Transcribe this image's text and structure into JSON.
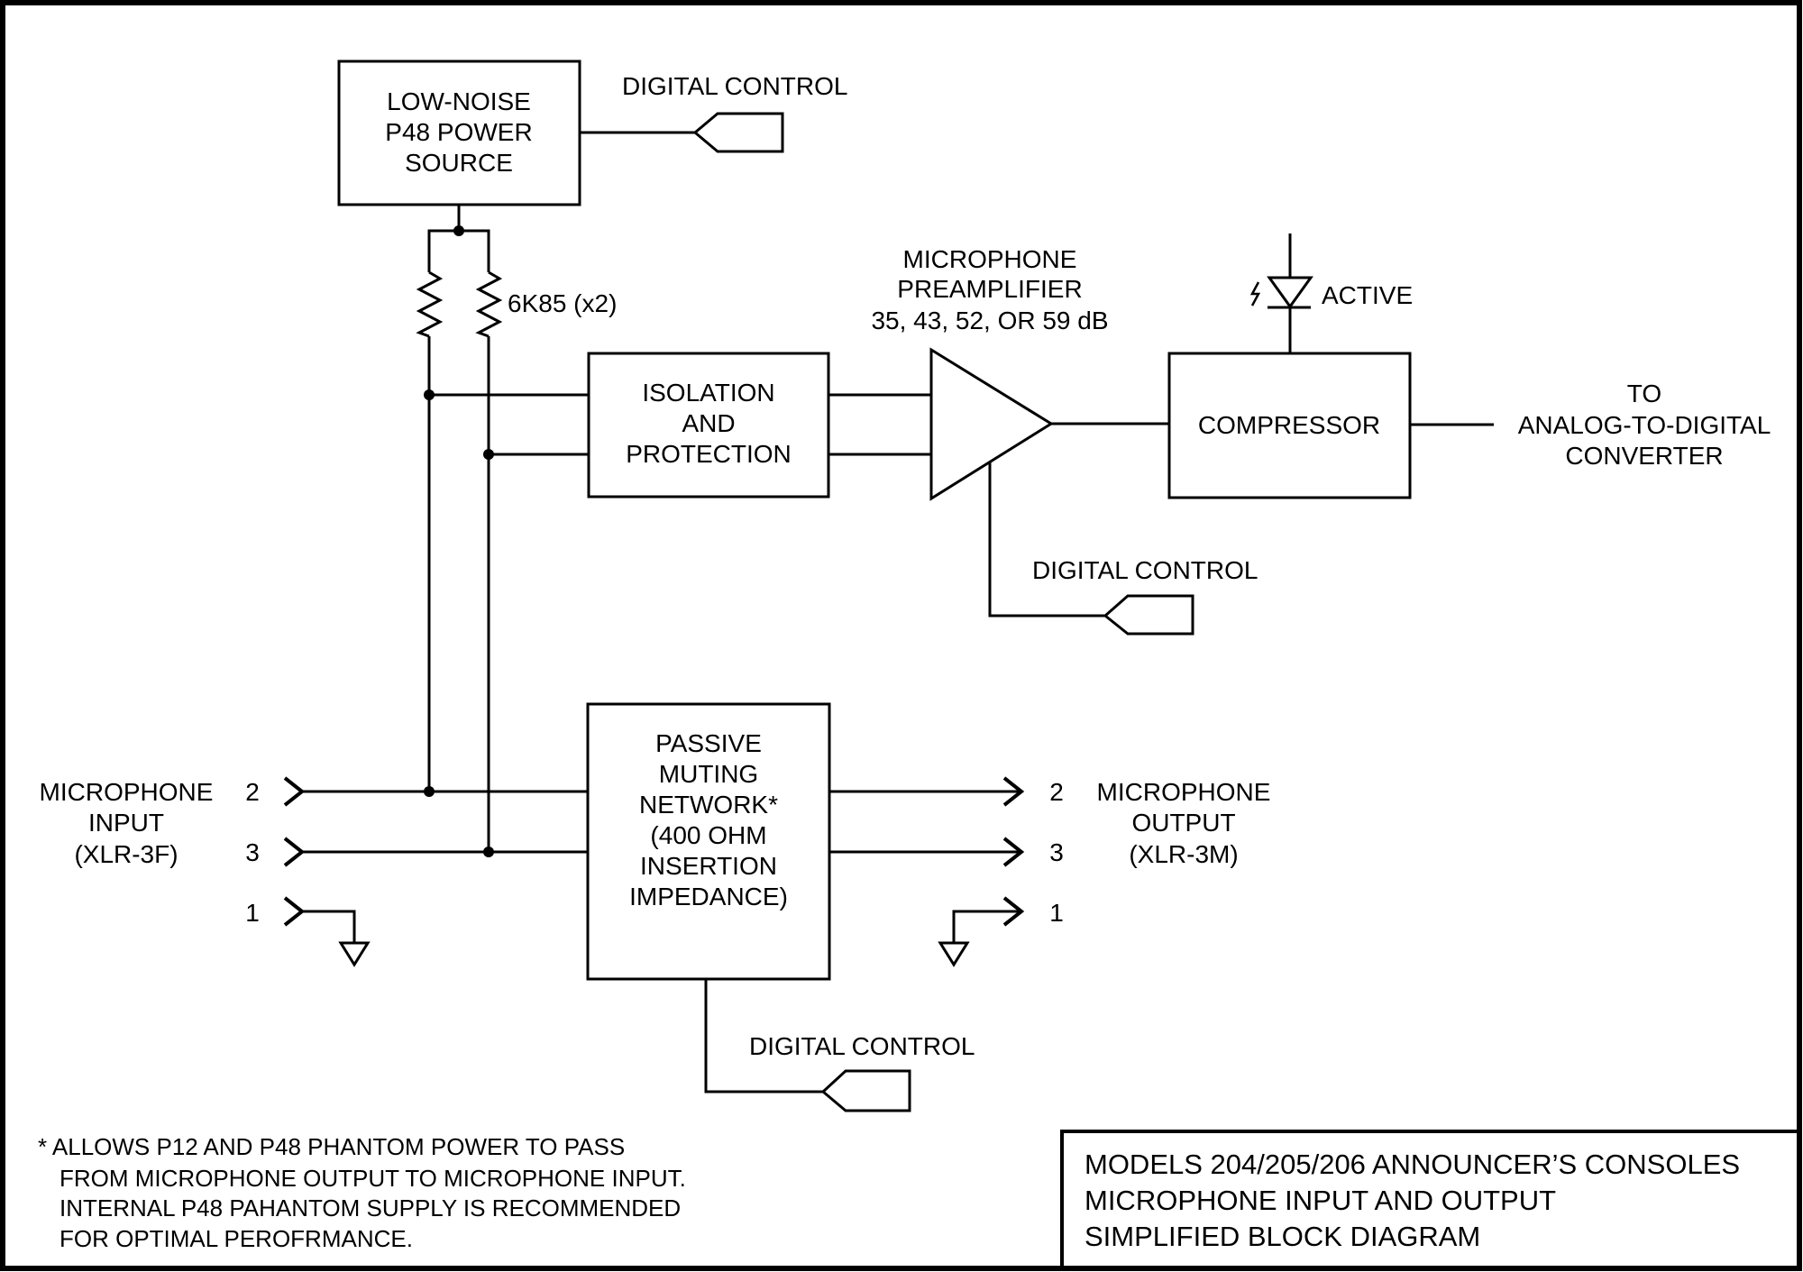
{
  "diagram": {
    "title_block": {
      "lines": [
        "MODELS 204/205/206 ANNOUNCER’S CONSOLES",
        "MICROPHONE INPUT AND OUTPUT",
        "SIMPLIFIED BLOCK DIAGRAM"
      ]
    },
    "footnote": {
      "lines": [
        "* ALLOWS P12 AND P48 PHANTOM POWER TO PASS",
        "FROM MICROPHONE OUTPUT TO MICROPHONE INPUT.",
        "INTERNAL P48 PAHANTOM SUPPLY IS RECOMMENDED",
        "FOR OPTIMAL PEROFRMANCE."
      ]
    },
    "blocks": {
      "p48_source": {
        "lines": [
          "LOW-NOISE",
          "P48 POWER",
          "SOURCE"
        ]
      },
      "isolation": {
        "lines": [
          "ISOLATION",
          "AND",
          "PROTECTION"
        ]
      },
      "compressor": {
        "lines": [
          "COMPRESSOR"
        ]
      },
      "muting": {
        "lines": [
          "PASSIVE",
          "MUTING",
          "NETWORK*",
          "(400 OHM",
          "INSERTION",
          "IMPEDANCE)"
        ]
      }
    },
    "preamp": {
      "lines": [
        "MICROPHONE",
        "PREAMPLIFIER",
        "35, 43, 52, OR 59 dB"
      ],
      "gain_options_db": [
        35,
        43,
        52,
        59
      ]
    },
    "resistors": {
      "label": "6K85 (x2)",
      "count": 2
    },
    "led": {
      "label": "ACTIVE",
      "icon": "led-icon"
    },
    "digital_control_label": "DIGITAL CONTROL",
    "adc_output": {
      "lines": [
        "TO",
        "ANALOG-TO-DIGITAL",
        "CONVERTER"
      ]
    },
    "mic_input": {
      "lines": [
        "MICROPHONE",
        "INPUT",
        "(XLR-3F)"
      ],
      "pins": [
        "2",
        "3",
        "1"
      ]
    },
    "mic_output": {
      "lines": [
        "MICROPHONE",
        "OUTPUT",
        "(XLR-3M)"
      ],
      "pins": [
        "2",
        "3",
        "1"
      ]
    }
  }
}
